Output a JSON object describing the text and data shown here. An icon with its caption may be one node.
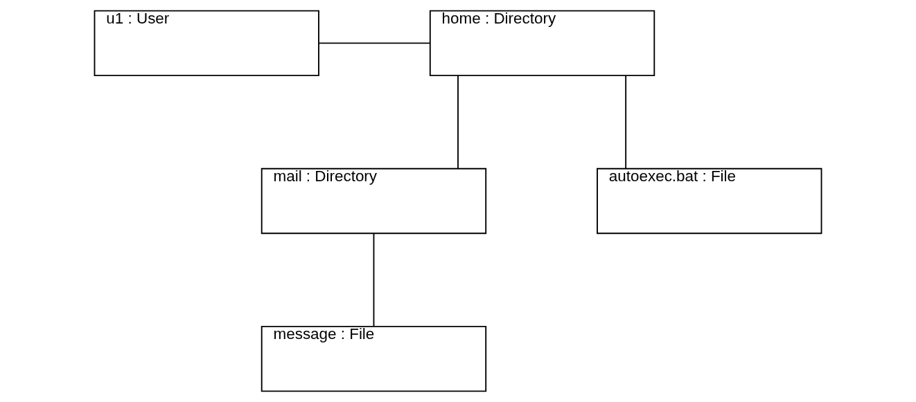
{
  "diagram": {
    "nodes": [
      {
        "text": [
          "u1 : User"
        ]
      },
      {
        "text": [
          "home : Directory"
        ]
      },
      {
        "text": [
          "mail : Directory"
        ]
      },
      {
        "text": [
          "autoexec.bat : File"
        ]
      },
      {
        "text": [
          "message : File"
        ]
      }
    ],
    "edges": [
      {
        "from": 0,
        "to": 1,
        "arrow": "none"
      },
      {
        "from": 1,
        "to": 2,
        "arrow": "none"
      },
      {
        "from": 1,
        "to": 3,
        "arrow": "none"
      },
      {
        "from": 2,
        "to": 4,
        "arrow": "none"
      }
    ]
  }
}
